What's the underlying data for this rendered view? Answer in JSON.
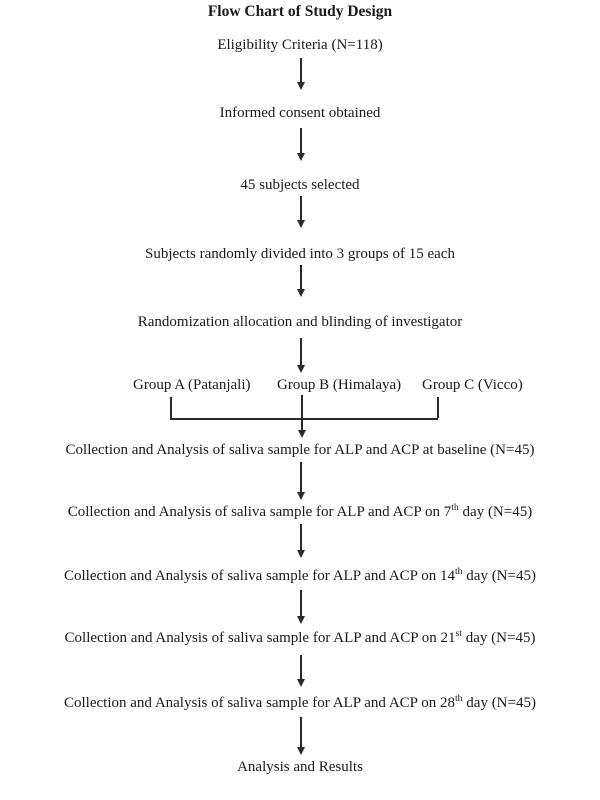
{
  "title": "Flow Chart of Study Design",
  "flow": {
    "steps": [
      "Eligibility Criteria (N=118)",
      "Informed consent obtained",
      "45 subjects selected",
      "Subjects randomly divided into 3 groups of 15 each",
      "Randomization allocation and blinding of investigator"
    ],
    "groups": [
      {
        "label": "Group A (Patanjali)"
      },
      {
        "label": "Group B (Himalaya)"
      },
      {
        "label": "Group C (Vicco)"
      }
    ],
    "collection_rows": [
      {
        "pre": "Collection and Analysis of saliva sample for ALP and ACP at baseline (N=45)",
        "sup": "",
        "post": ""
      },
      {
        "pre": "Collection and Analysis of saliva sample for ALP and ACP on 7",
        "sup": "th",
        "post": " day (N=45)"
      },
      {
        "pre": "Collection and Analysis of saliva sample for ALP and ACP on 14",
        "sup": "th",
        "post": " day (N=45)"
      },
      {
        "pre": "Collection and Analysis of saliva sample for ALP and ACP on 21",
        "sup": "st",
        "post": " day (N=45)"
      },
      {
        "pre": "Collection and Analysis of saliva sample for ALP and ACP on 28",
        "sup": "th",
        "post": " day (N=45)"
      }
    ],
    "final_step": "Analysis and Results"
  },
  "colors": {
    "text": "#1a1a1a",
    "line": "#2a2a2a",
    "background": "#ffffff"
  }
}
